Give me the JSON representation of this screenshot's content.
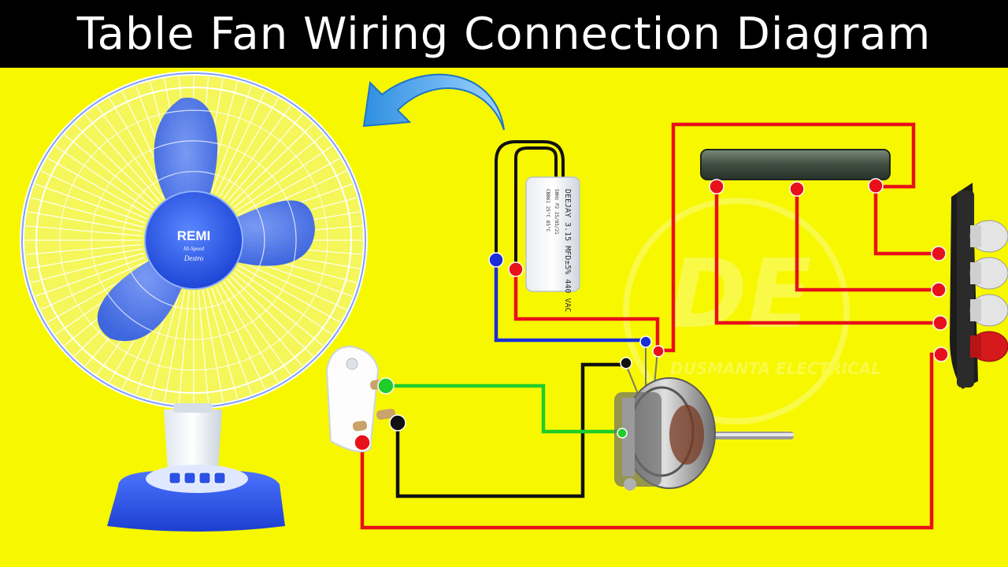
{
  "header": {
    "title": "Table Fan Wiring Connection Diagram"
  },
  "fan": {
    "brand": "REMI",
    "model_line": "Hi-Speed",
    "model_name": "Destro"
  },
  "capacitor": {
    "line1": "DEEJAY 3.15 MFD±5% 440 VAC",
    "line2": "50Hz  P2  25/85/21",
    "line3": "CBB61  25°C  85°C"
  },
  "watermark": {
    "initials": "DE",
    "name": "DUSMANTA ELECTRICAL"
  },
  "colors": {
    "background": "#f7f700",
    "title_bar": "#000000",
    "title_text": "#ffffff",
    "wire_red": "#e8111b",
    "wire_blue": "#1a2fd6",
    "wire_black": "#111111",
    "wire_green": "#1fcc2a",
    "fan_blade": "#3d6cf0",
    "arrow": "#4aa8ee"
  }
}
